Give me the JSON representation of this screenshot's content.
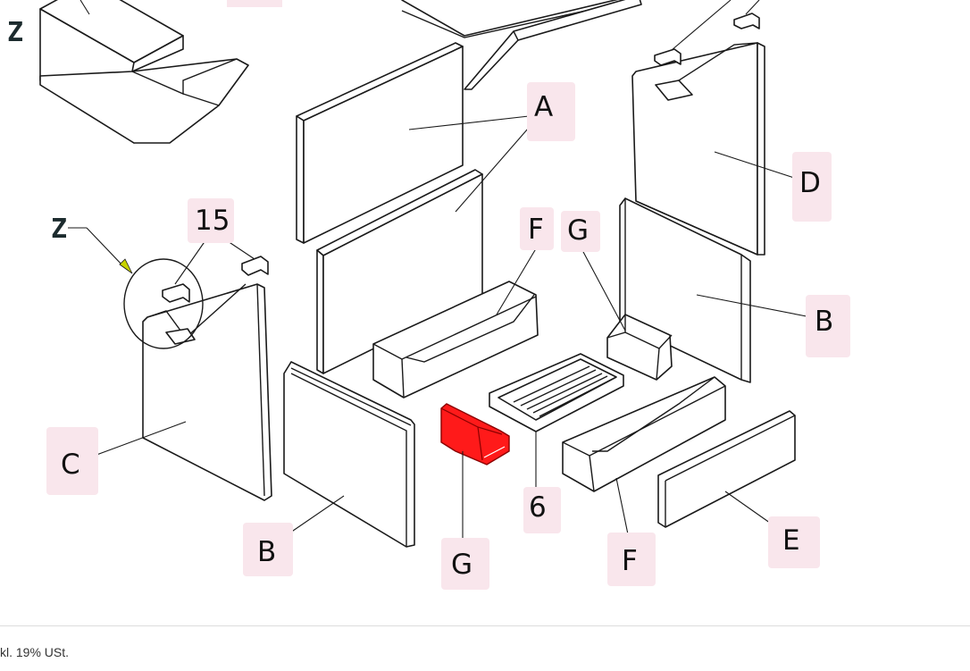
{
  "diagram": {
    "labels": {
      "a": "A",
      "b_right": "B",
      "b_bottom": "B",
      "c": "C",
      "d": "D",
      "e": "E",
      "f_top": "F",
      "f_bottom": "F",
      "g_top": "G",
      "g_bottom": "G",
      "six": "6",
      "fifteen": "15",
      "z_top": "Z",
      "z_callout": "Z"
    },
    "highlight_color": "#ff1a1a",
    "label_background": "#f9e6ec"
  },
  "footer": {
    "price_note": "kl. 19% USt."
  }
}
